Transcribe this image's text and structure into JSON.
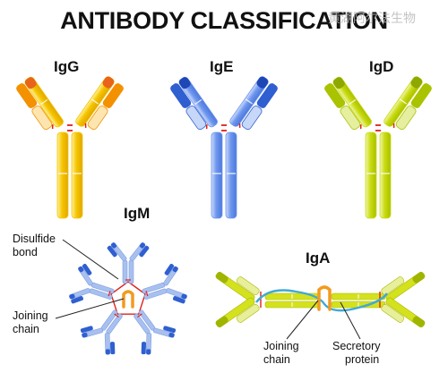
{
  "title": "ANTIBODY CLASSIFICATION",
  "watermark": "黄湖阿尔法生物",
  "antibodies": {
    "igg": {
      "label": "IgG",
      "heavy": "#f6c400",
      "light_outer": "#f39100",
      "light_inner": "#fde5b0",
      "tip": "#e8641b"
    },
    "ige": {
      "label": "IgE",
      "heavy": "#6f97ee",
      "light_outer": "#2f5fd0",
      "light_inner": "#c7d7f8",
      "tip": "#1e46b5"
    },
    "igd": {
      "label": "IgD",
      "heavy": "#c9dc10",
      "light_outer": "#a9c300",
      "light_inner": "#e6eea0",
      "tip": "#8fa800"
    },
    "igm": {
      "label": "IgM",
      "heavy": "#a8c0ef",
      "tip": "#2f5fd0"
    },
    "iga": {
      "label": "IgA",
      "heavy": "#d4e21d",
      "tip": "#9fb500"
    }
  },
  "annotations": {
    "disulfide_line1": "Disulfide",
    "disulfide_line2": "bond",
    "joining_left_line1": "Joining",
    "joining_left_line2": "chain",
    "joining_right_line1": "Joining",
    "joining_right_line2": "chain",
    "secretory_line1": "Secretory",
    "secretory_line2": "protein"
  },
  "colors": {
    "bond": "#e0201b",
    "secretory": "#3fa9d6",
    "joining": "#f39a1f"
  }
}
